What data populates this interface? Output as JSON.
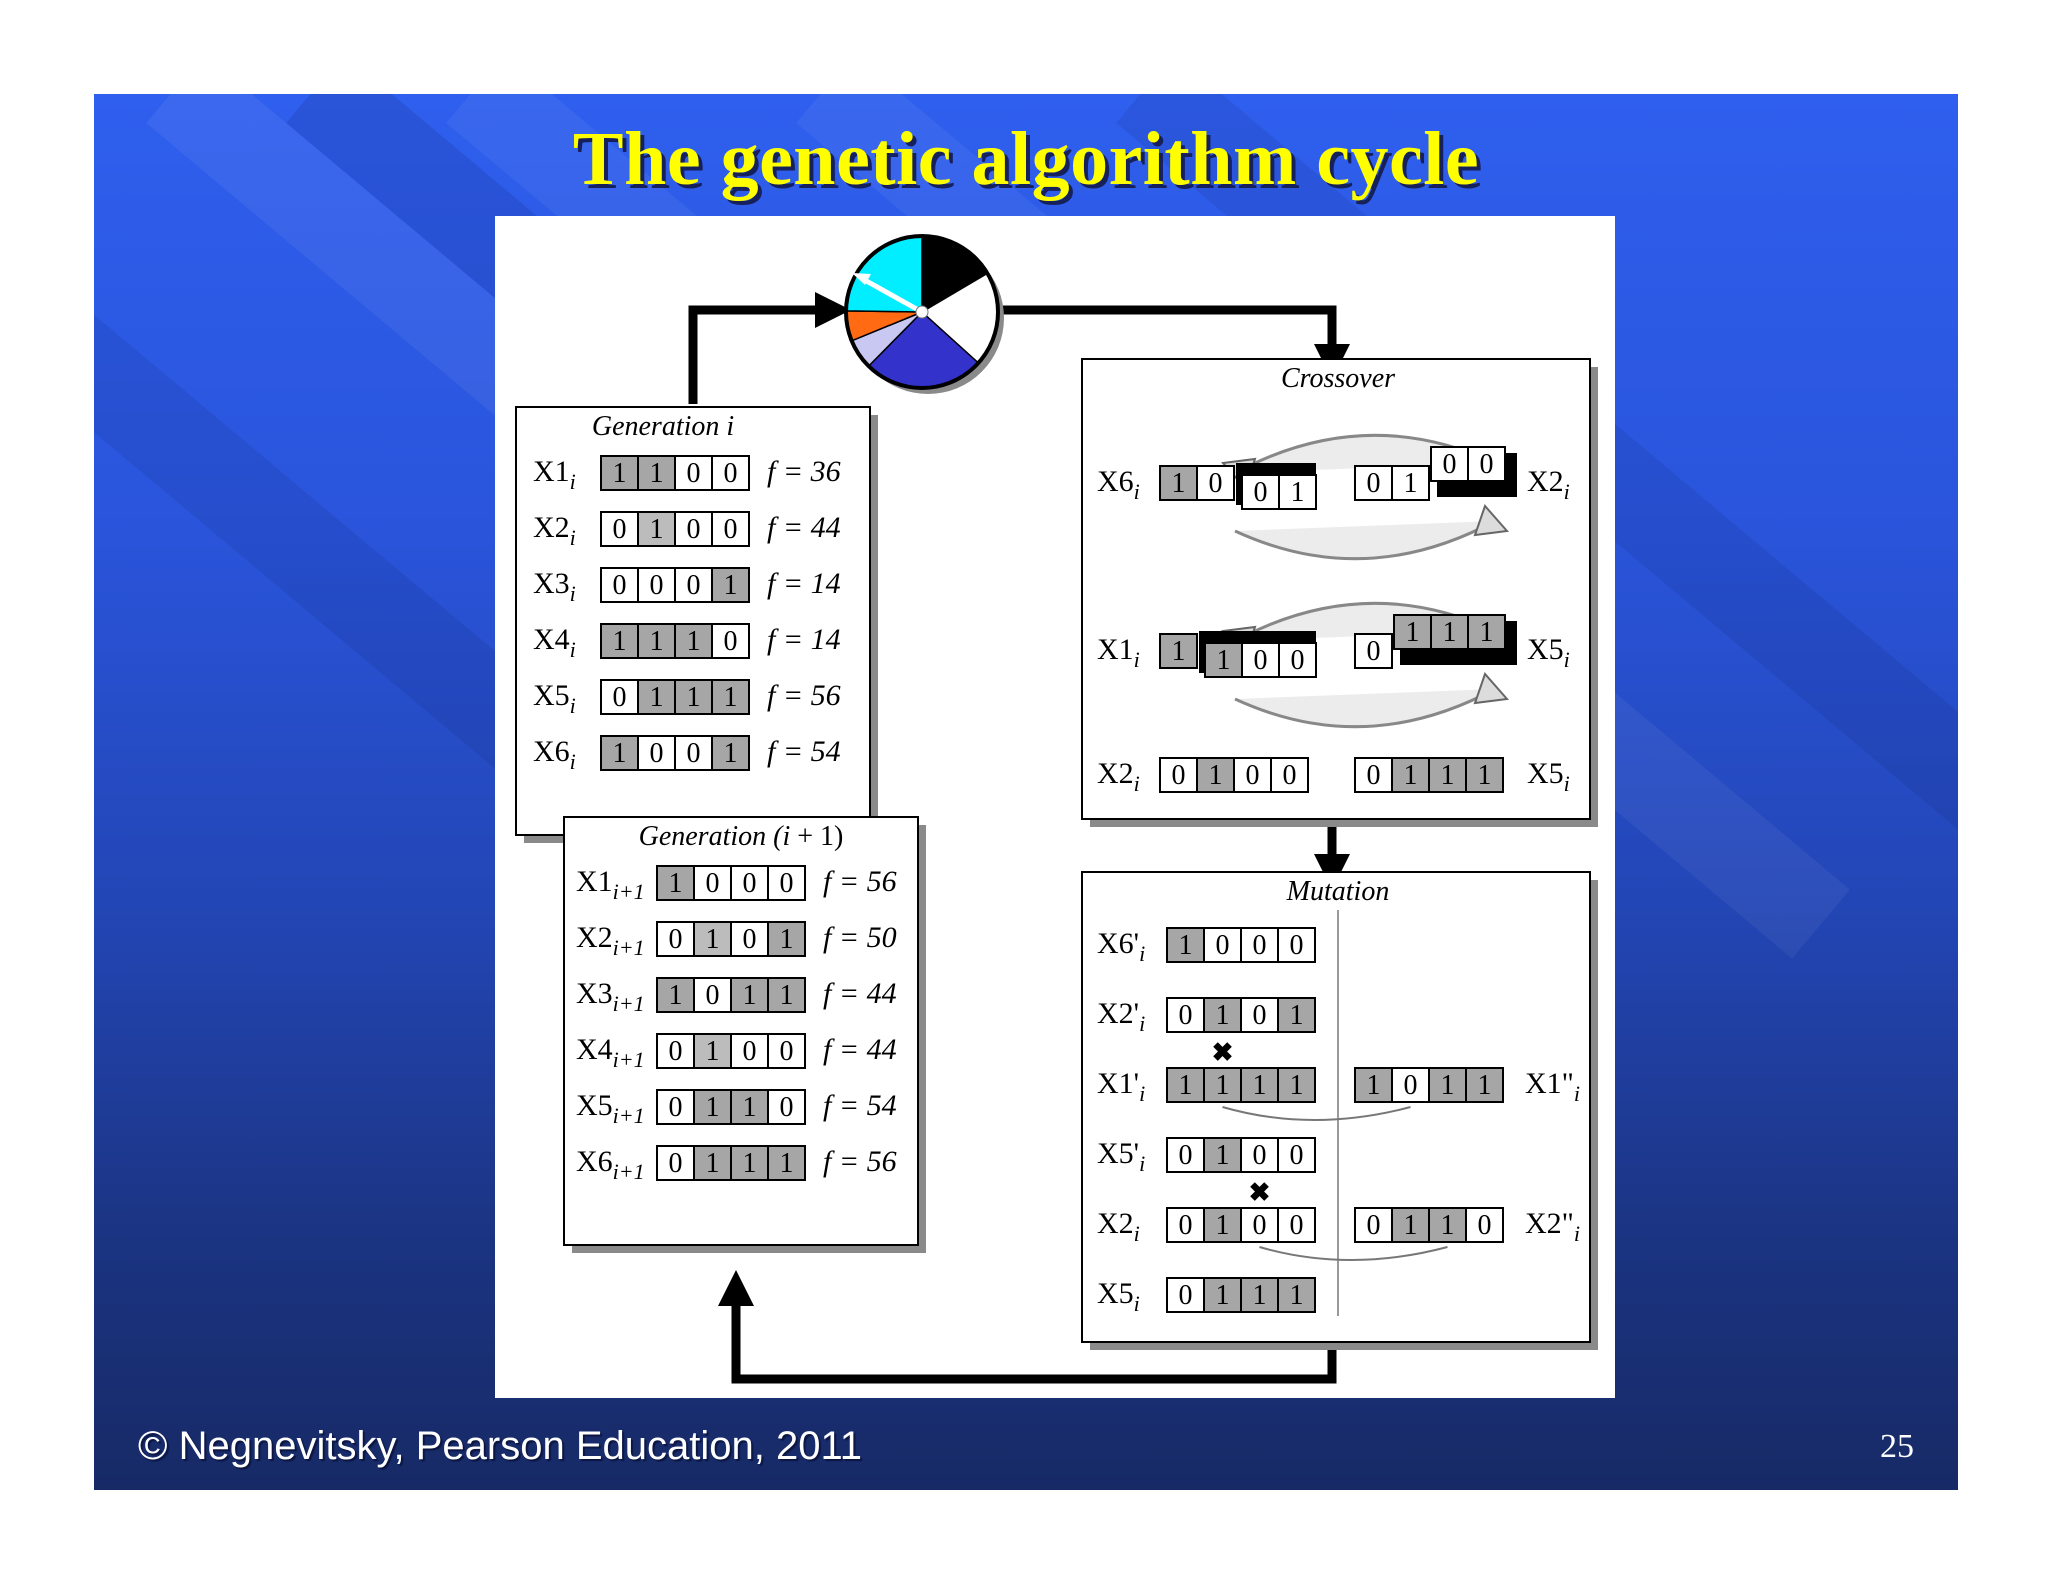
{
  "title": "The genetic algorithm cycle",
  "footer": {
    "copyright": "© Negnevitsky, Pearson Education, 2011",
    "page_number": "25"
  },
  "colors": {
    "title": "#ffff00",
    "slide_top": "#2f5fee",
    "slide_bottom": "#172a66",
    "gene_gray": "#a6a6a6",
    "gene_light": "#bcbcbc"
  },
  "roulette_wheel": {
    "slices": [
      {
        "color": "#000000",
        "value": 36
      },
      {
        "color": "#ffffff",
        "value": 44
      },
      {
        "color": "#3333cc",
        "value": 56
      },
      {
        "color": "#c8c8f2",
        "value": 14
      },
      {
        "color": "#ff6a13",
        "value": 14
      },
      {
        "color": "#00eeff",
        "value": 54
      }
    ]
  },
  "generation_i": {
    "title_main": "Generation ",
    "title_var": "i",
    "rows": [
      {
        "name": "X1",
        "sub": "i",
        "bits": [
          "1",
          "1",
          "0",
          "0"
        ],
        "fitness": "f = 36"
      },
      {
        "name": "X2",
        "sub": "i",
        "bits": [
          "0",
          "1",
          "0",
          "0"
        ],
        "fitness": "f = 44"
      },
      {
        "name": "X3",
        "sub": "i",
        "bits": [
          "0",
          "0",
          "0",
          "1"
        ],
        "fitness": "f = 14"
      },
      {
        "name": "X4",
        "sub": "i",
        "bits": [
          "1",
          "1",
          "1",
          "0"
        ],
        "fitness": "f = 14"
      },
      {
        "name": "X5",
        "sub": "i",
        "bits": [
          "0",
          "1",
          "1",
          "1"
        ],
        "fitness": "f = 56"
      },
      {
        "name": "X6",
        "sub": "i",
        "bits": [
          "1",
          "0",
          "0",
          "1"
        ],
        "fitness": "f = 54"
      }
    ]
  },
  "generation_i1": {
    "title_main": "Generation (",
    "title_var": "i",
    "title_end": " + 1)",
    "rows": [
      {
        "name": "X1",
        "sub": "i+1",
        "bits": [
          "1",
          "0",
          "0",
          "0"
        ],
        "fitness": "f = 56"
      },
      {
        "name": "X2",
        "sub": "i+1",
        "bits": [
          "0",
          "1",
          "0",
          "1"
        ],
        "fitness": "f = 50"
      },
      {
        "name": "X3",
        "sub": "i+1",
        "bits": [
          "1",
          "0",
          "1",
          "1"
        ],
        "fitness": "f = 44"
      },
      {
        "name": "X4",
        "sub": "i+1",
        "bits": [
          "0",
          "1",
          "0",
          "0"
        ],
        "fitness": "f = 44"
      },
      {
        "name": "X5",
        "sub": "i+1",
        "bits": [
          "0",
          "1",
          "1",
          "0"
        ],
        "fitness": "f = 54"
      },
      {
        "name": "X6",
        "sub": "i+1",
        "bits": [
          "0",
          "1",
          "1",
          "1"
        ],
        "fitness": "f = 56"
      }
    ]
  },
  "crossover": {
    "title": "Crossover",
    "pair1": {
      "left_label": "X6",
      "left_sub": "i",
      "left_bits": [
        "1",
        "0"
      ],
      "left_tail": [
        "0",
        "1"
      ],
      "right_label": "X2",
      "right_sub": "i",
      "right_bits": [
        "0",
        "1"
      ],
      "right_tail": [
        "0",
        "0"
      ]
    },
    "pair2": {
      "left_label": "X1",
      "left_sub": "i",
      "left_bits": [
        "1"
      ],
      "left_tail": [
        "1",
        "0",
        "0"
      ],
      "right_label": "X5",
      "right_sub": "i",
      "right_bits": [
        "0"
      ],
      "right_tail": [
        "1",
        "1",
        "1"
      ]
    },
    "unchanged": {
      "left_label": "X2",
      "left_sub": "i",
      "left_bits": [
        "0",
        "1",
        "0",
        "0"
      ],
      "right_label": "X5",
      "right_sub": "i",
      "right_bits": [
        "0",
        "1",
        "1",
        "1"
      ]
    }
  },
  "mutation": {
    "title": "Mutation",
    "rows": [
      {
        "label": "X6'",
        "sub": "i",
        "bits": [
          "1",
          "0",
          "0",
          "0"
        ]
      },
      {
        "label": "X2'",
        "sub": "i",
        "bits": [
          "0",
          "1",
          "0",
          "1"
        ]
      },
      {
        "label": "X1'",
        "sub": "i",
        "bits": [
          "1",
          "1",
          "1",
          "1"
        ],
        "result_label": "X1\"",
        "result_sub": "i",
        "result_bits": [
          "1",
          "0",
          "1",
          "1"
        ]
      },
      {
        "label": "X5'",
        "sub": "i",
        "bits": [
          "0",
          "1",
          "0",
          "0"
        ]
      },
      {
        "label": "X2",
        "sub": "i",
        "bits": [
          "0",
          "1",
          "0",
          "0"
        ],
        "result_label": "X2\"",
        "result_sub": "i",
        "result_bits": [
          "0",
          "1",
          "1",
          "0"
        ]
      },
      {
        "label": "X5",
        "sub": "i",
        "bits": [
          "0",
          "1",
          "1",
          "1"
        ]
      }
    ]
  }
}
